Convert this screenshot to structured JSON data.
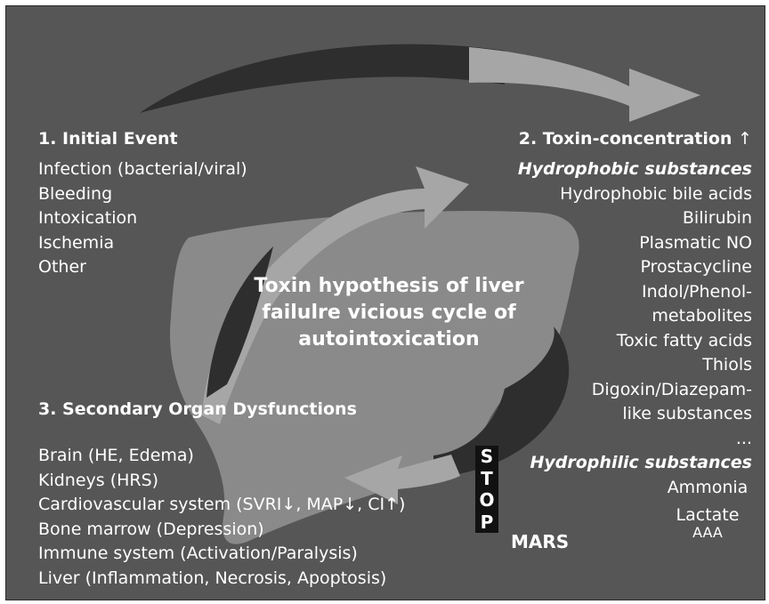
{
  "initial_event": {
    "heading": "1. Initial Event",
    "items": [
      "Infection (bacterial/viral)",
      "Bleeding",
      "Intoxication",
      "Ischemia",
      "Other"
    ]
  },
  "toxin_concentration": {
    "heading": "2. Toxin-concentration",
    "heading_arrow": "↑",
    "hydrophobic_title": "Hydrophobic substances",
    "hydrophobic_items": [
      "Hydrophobic bile acids",
      "Bilirubin",
      "Plasmatic NO",
      "Prostacycline",
      "Indol/Phenol-",
      "metabolites",
      "Toxic fatty acids",
      "Thiols",
      "Digoxin/Diazepam-",
      "like substances",
      "..."
    ],
    "hydrophilic_title": "Hydrophilic substances",
    "hydrophilic_items": [
      "Ammonia",
      "Lactate",
      "AAA"
    ]
  },
  "secondary": {
    "heading": "3. Secondary Organ Dysfunctions",
    "items": [
      "Brain (HE, Edema)",
      "Kidneys (HRS)",
      "Cardiovascular system (SVRI↓, MAP↓, CI↑)",
      "Bone marrow (Depression)",
      "Immune system (Activation/Paralysis)",
      "Liver (Inflammation, Necrosis, Apoptosis)"
    ]
  },
  "center_title": "Toxin hypothesis of liver failulre vicious cycle of autointoxication",
  "stop_letters": [
    "S",
    "T",
    "O",
    "P"
  ],
  "mars_label": "MARS",
  "colors": {
    "background": "#565656",
    "liver": "#8a8a8a",
    "arrow_light": "#a6a6a6",
    "arrow_dark": "#2e2e2e",
    "text": "#ffffff",
    "stop_box": "#111111"
  }
}
